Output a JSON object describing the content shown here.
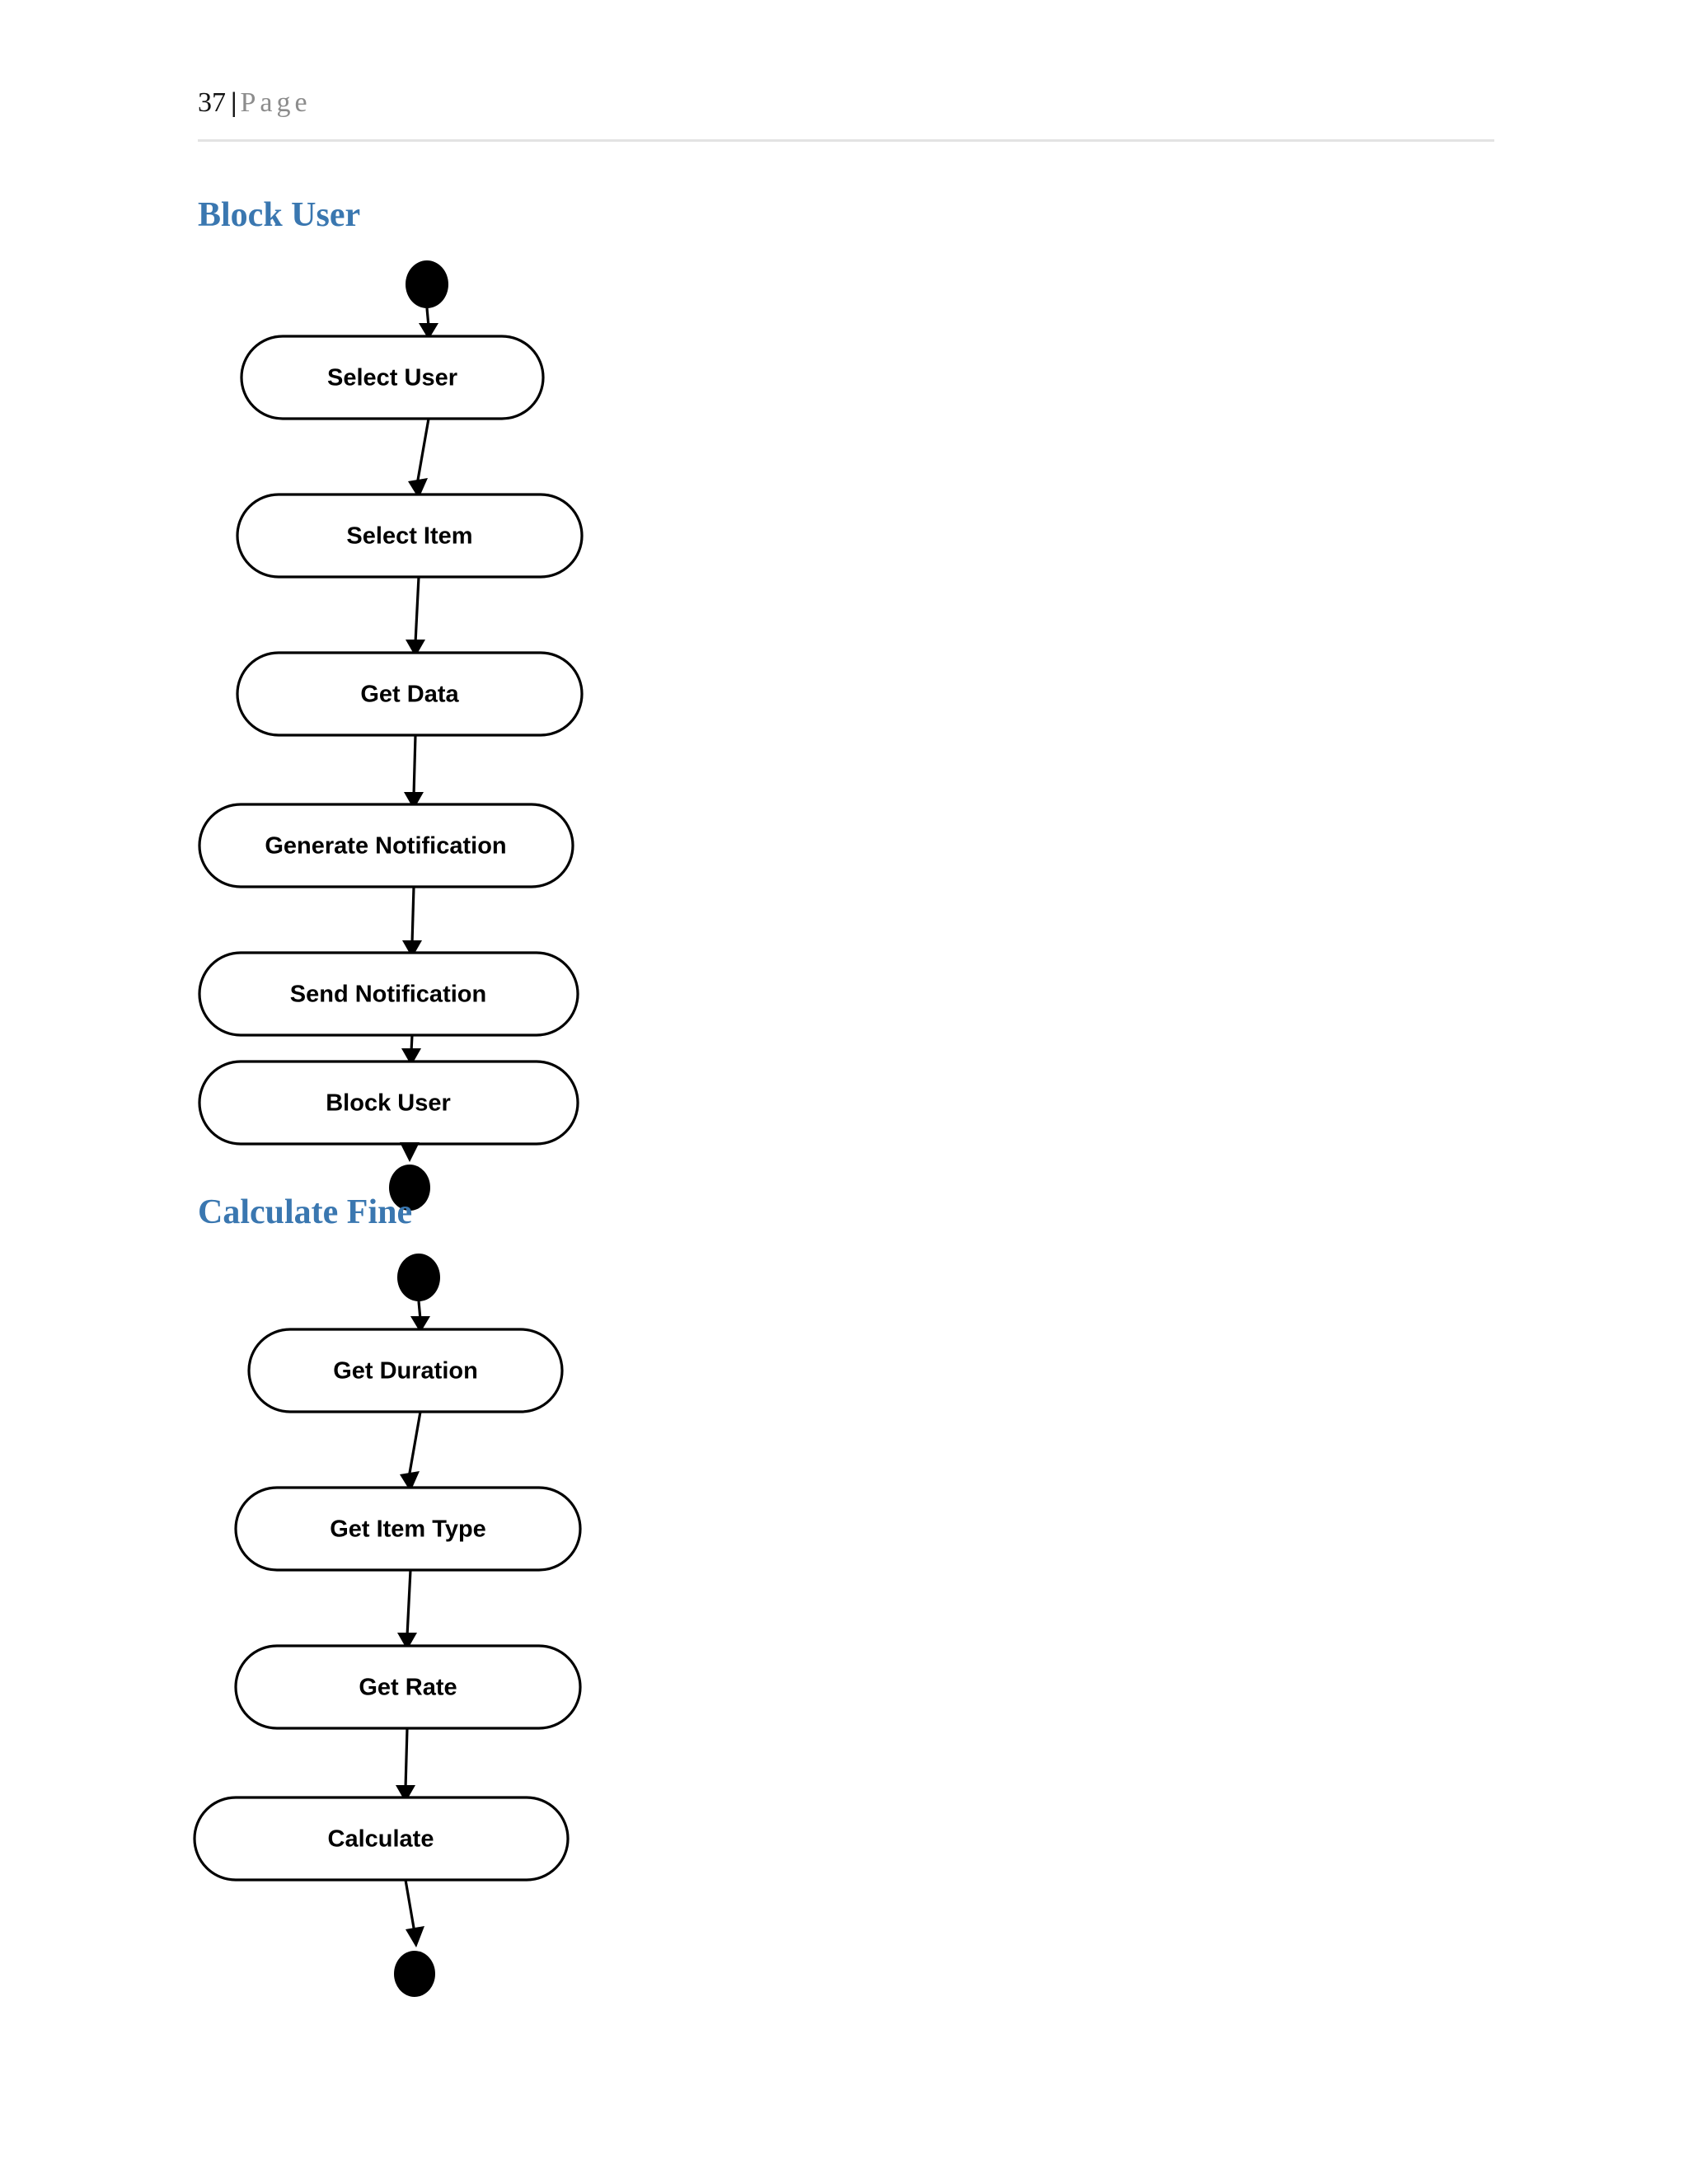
{
  "page": {
    "number": "37",
    "separator": "|",
    "label": "P a g e",
    "label_plain": "Page",
    "background": "#ffffff",
    "rule_color": "#e3e3e3"
  },
  "theme": {
    "heading_color": "#3A77B0",
    "node_stroke": "#000000",
    "node_fill": "#ffffff",
    "terminal_fill": "#000000",
    "text_color": "#000000"
  },
  "sections": [
    {
      "id": "block-user",
      "heading": "Block User",
      "diagram": {
        "type": "uml-activity-diagram",
        "start_node": "initial-node",
        "end_node": "final-node",
        "activities": [
          {
            "label": "Select User"
          },
          {
            "label": "Select Item"
          },
          {
            "label": "Get Data"
          },
          {
            "label": "Generate Notification"
          },
          {
            "label": "Send Notification"
          },
          {
            "label": "Block User"
          }
        ]
      }
    },
    {
      "id": "calculate-fine",
      "heading": "Calculate Fine",
      "diagram": {
        "type": "uml-activity-diagram",
        "start_node": "initial-node",
        "end_node": "final-node",
        "activities": [
          {
            "label": "Get Duration"
          },
          {
            "label": "Get Item Type"
          },
          {
            "label": "Get Rate"
          },
          {
            "label": "Calculate"
          }
        ]
      }
    }
  ]
}
